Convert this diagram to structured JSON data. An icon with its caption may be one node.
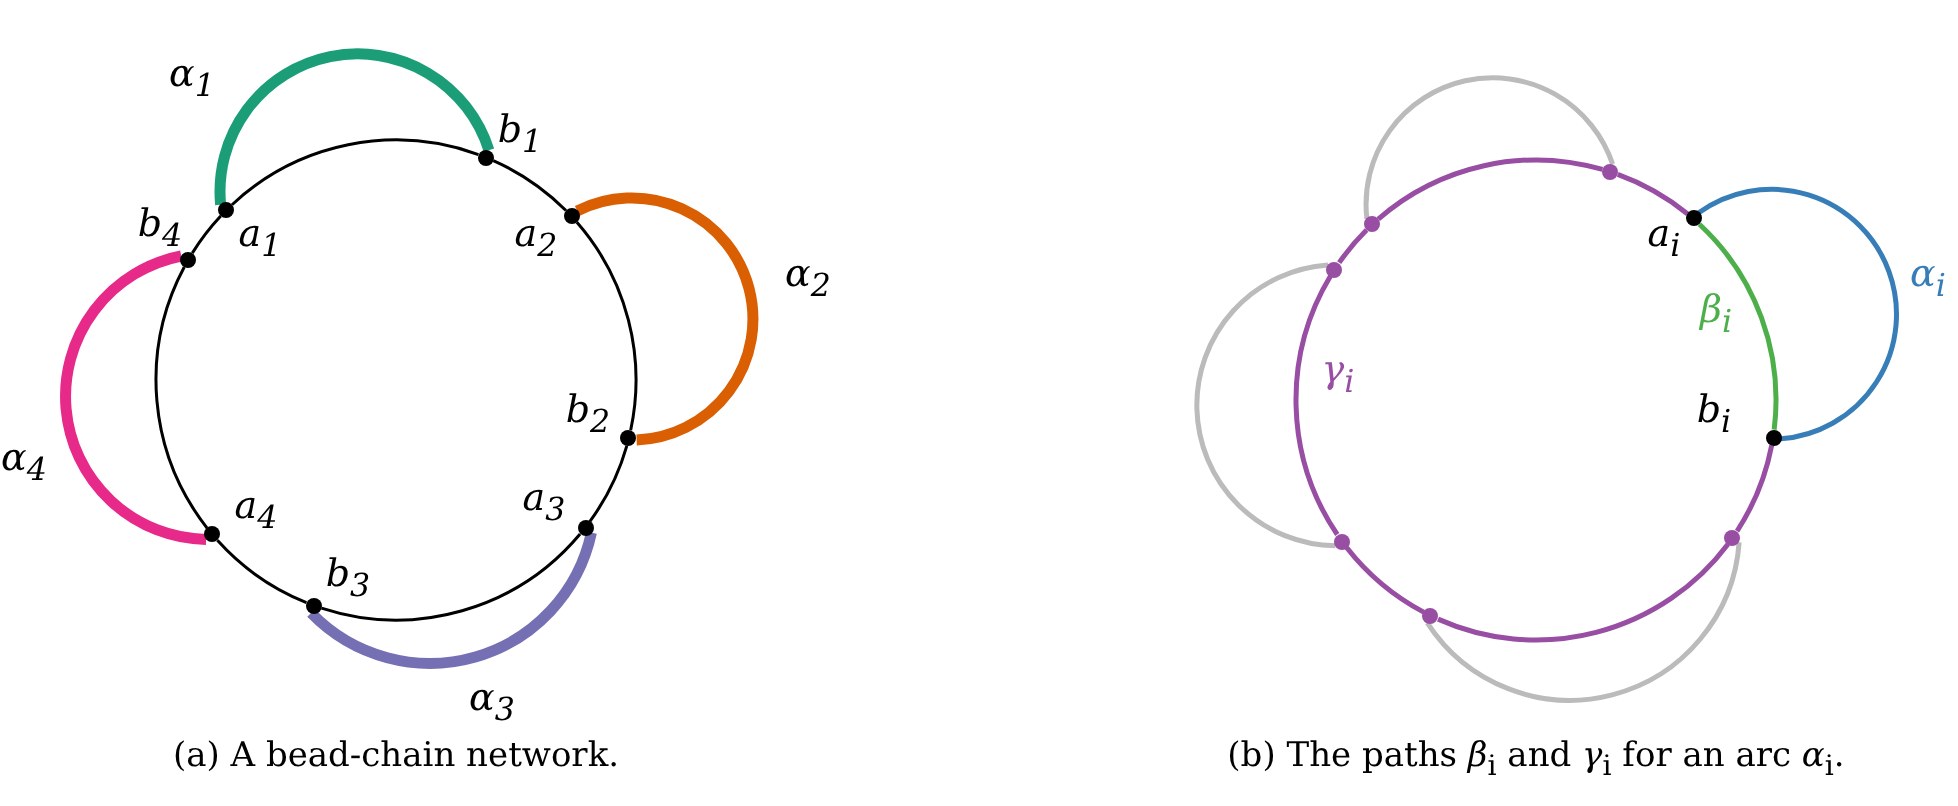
{
  "diagram": {
    "nodes": [
      {
        "text": [
          "a$_{1}$"
        ]
      },
      {
        "text": [
          "b$_{1}$"
        ]
      },
      {
        "text": [
          "a$_{2}$"
        ]
      },
      {
        "text": [
          "b$_{2}$"
        ]
      },
      {
        "text": [
          "a$_{3}$"
        ]
      },
      {
        "text": [
          "b$_{3}$"
        ]
      },
      {
        "text": [
          "a$_{4}$"
        ]
      },
      {
        "text": [
          "b$_{4}$"
        ]
      },
      {
        "text": [
          "a$_{i}$"
        ]
      },
      {
        "text": [
          "b$_{i}$"
        ]
      },
      {
        "text": [],
        "shape": "circle"
      },
      {
        "text": [],
        "shape": "circle"
      },
      {
        "text": [],
        "shape": "circle"
      },
      {
        "text": [],
        "shape": "circle"
      },
      {
        "text": [],
        "shape": "circle"
      },
      {
        "text": [],
        "shape": "circle"
      }
    ],
    "edges": [
      {
        "from": 0,
        "to": 1,
        "arrow": "none",
        "label": "α$_{1}$",
        "style": "thick",
        "color": "#1b9e77"
      },
      {
        "from": 2,
        "to": 3,
        "arrow": "none",
        "label": "α$_{2}$",
        "style": "thick",
        "color": "#d95f02"
      },
      {
        "from": 4,
        "to": 5,
        "arrow": "none",
        "label": "α$_{3}$",
        "style": "thick",
        "color": "#7570b3"
      },
      {
        "from": 6,
        "to": 7,
        "arrow": "none",
        "label": "α$_{4}$",
        "style": "thick",
        "color": "#e7298a"
      },
      {
        "from": 7,
        "to": 0,
        "arrow": "none"
      },
      {
        "from": 0,
        "to": 1,
        "arrow": "none"
      },
      {
        "from": 1,
        "to": 2,
        "arrow": "none"
      },
      {
        "from": 2,
        "to": 3,
        "arrow": "none"
      },
      {
        "from": 3,
        "to": 4,
        "arrow": "none"
      },
      {
        "from": 4,
        "to": 5,
        "arrow": "none"
      },
      {
        "from": 5,
        "to": 6,
        "arrow": "none"
      },
      {
        "from": 6,
        "to": 7,
        "arrow": "none"
      },
      {
        "from": 8,
        "to": 9,
        "arrow": "none",
        "label": "α$_{i}$",
        "color": "#377eb8"
      },
      {
        "from": 8,
        "to": 9,
        "arrow": "none",
        "label": "β$_{i}$",
        "color": "#4daf4a"
      },
      {
        "from": 9,
        "to": 13,
        "arrow": "none",
        "color": "#984ea3"
      },
      {
        "from": 13,
        "to": 15,
        "arrow": "none",
        "color": "#984ea3"
      },
      {
        "from": 15,
        "to": 14,
        "arrow": "none",
        "color": "#984ea3"
      },
      {
        "from": 14,
        "to": 12,
        "arrow": "none",
        "label": "γ$_{i}$",
        "color": "#984ea3"
      },
      {
        "from": 12,
        "to": 11,
        "arrow": "none",
        "color": "#984ea3"
      },
      {
        "from": 11,
        "to": 10,
        "arrow": "none",
        "color": "#984ea3"
      },
      {
        "from": 10,
        "to": 8,
        "arrow": "none",
        "color": "#984ea3"
      },
      {
        "from": 11,
        "to": 10,
        "arrow": "none",
        "color": "#bbbbbb"
      },
      {
        "from": 12,
        "to": 14,
        "arrow": "none",
        "color": "#bbbbbb"
      },
      {
        "from": 15,
        "to": 13,
        "arrow": "none",
        "color": "#bbbbbb"
      }
    ],
    "labels": [
      "(a) A bead-chain network.",
      "(b) The paths *β*$_{i}$ and *γ*$_{i}$ for an arc *α*$_{i}$."
    ]
  }
}
